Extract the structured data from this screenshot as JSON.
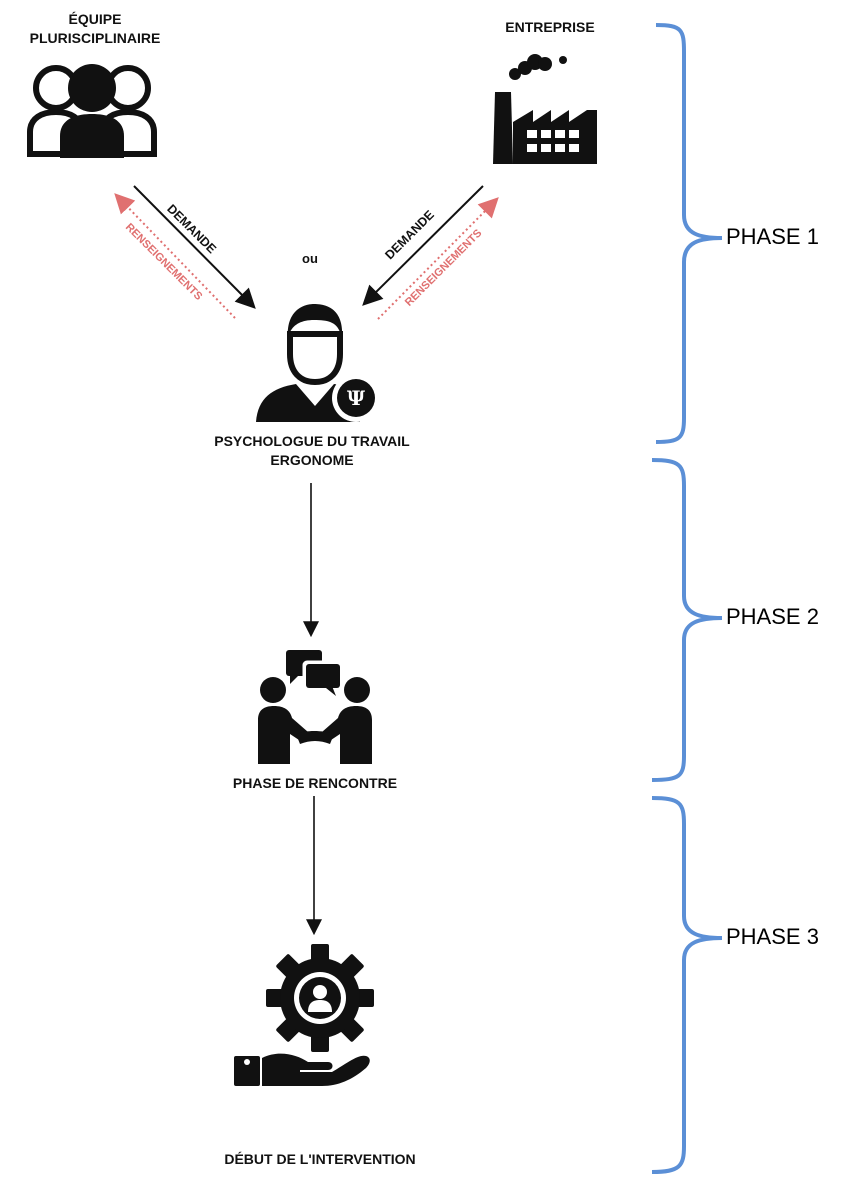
{
  "nodes": {
    "team": {
      "line1": "ÉQUIPE",
      "line2": "PLURISCIPLINAIRE"
    },
    "company": {
      "label": "ENTREPRISE"
    },
    "or_text": "ou",
    "psychologist": {
      "line1": "PSYCHOLOGUE DU TRAVAIL",
      "line2": "ERGONOME"
    },
    "meeting": {
      "label": "PHASE DE RENCONTRE"
    },
    "start": {
      "label": "DÉBUT DE L'INTERVENTION"
    }
  },
  "arrows": {
    "demand_left": "DEMANDE",
    "info_left": "RENSEIGNEMENTS",
    "demand_right": "DEMANDE",
    "info_right": "RENSEIGNEMENTS"
  },
  "phases": [
    "PHASE 1",
    "PHASE 2",
    "PHASE 3"
  ],
  "colors": {
    "brace": "#5b8fd6",
    "info_arrow": "#e07070",
    "ink": "#111111"
  }
}
